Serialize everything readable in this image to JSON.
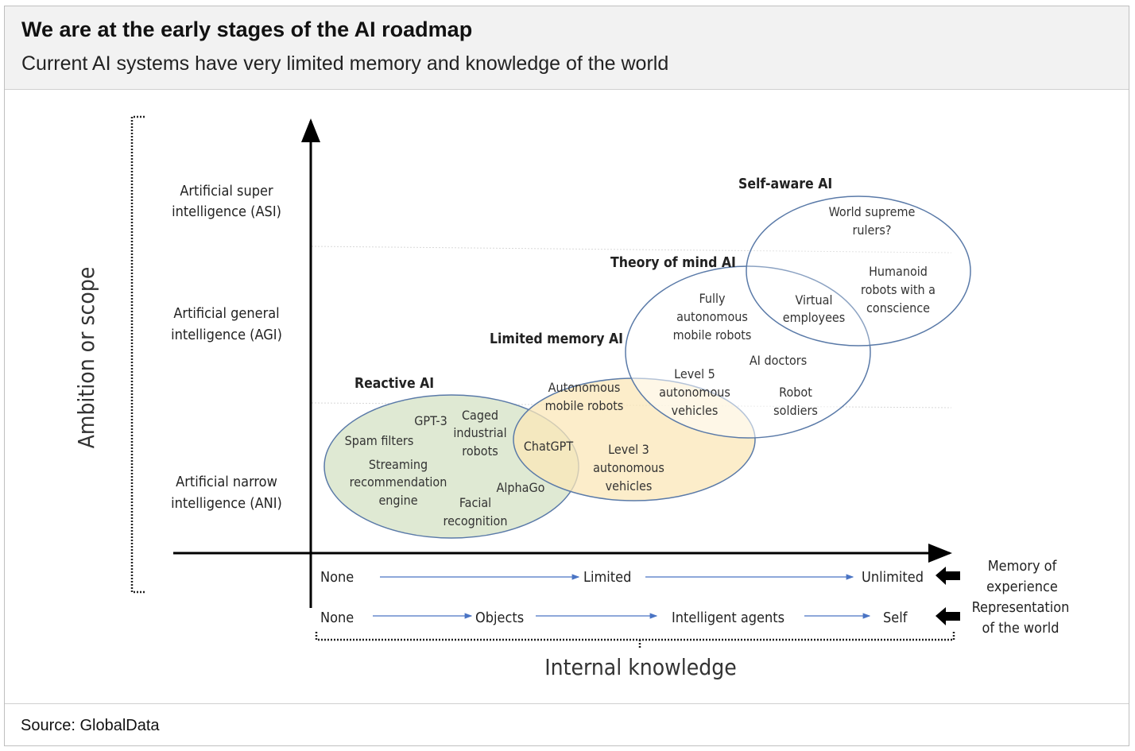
{
  "header": {
    "title": "We are at the early stages of the AI roadmap",
    "subtitle": "Current AI systems have very limited memory and knowledge of the world"
  },
  "footer": {
    "source": "Source: GlobalData"
  },
  "y_axis": {
    "label": "Ambition or scope",
    "levels": [
      {
        "lines": [
          "Artificial super",
          "intelligence (ASI)"
        ]
      },
      {
        "lines": [
          "Artificial general",
          "intelligence (AGI)"
        ]
      },
      {
        "lines": [
          "Artificial narrow",
          "intelligence (ANI)"
        ]
      }
    ]
  },
  "x_axis": {
    "label": "Internal knowledge",
    "memory_row": {
      "steps": [
        "None",
        "Limited",
        "Unlimited"
      ],
      "label": [
        "Memory of",
        "experience"
      ]
    },
    "representation_row": {
      "steps": [
        "None",
        "Objects",
        "Intelligent agents",
        "Self"
      ],
      "label": [
        "Representation",
        "of the world"
      ]
    }
  },
  "categories": {
    "reactive": {
      "title": "Reactive AI",
      "items": {
        "gpt3": "GPT-3",
        "caged": [
          "Caged",
          "industrial",
          "robots"
        ],
        "spam": "Spam filters",
        "streaming": [
          "Streaming",
          "recommendation",
          "engine"
        ],
        "alphago": "AlphaGo",
        "facial": [
          "Facial",
          "recognition"
        ]
      }
    },
    "limited": {
      "title": "Limited memory AI",
      "items": {
        "chatgpt": "ChatGPT",
        "amr": [
          "Autonomous",
          "mobile robots"
        ],
        "level3": [
          "Level 3",
          "autonomous",
          "vehicles"
        ]
      }
    },
    "theory": {
      "title": "Theory of mind AI",
      "items": {
        "fully": [
          "Fully",
          "autonomous",
          "mobile robots"
        ],
        "level5": [
          "Level 5",
          "autonomous",
          "vehicles"
        ],
        "doctors": "AI doctors",
        "soldiers": [
          "Robot",
          "soldiers"
        ],
        "virtual": [
          "Virtual",
          "employees"
        ]
      }
    },
    "self": {
      "title": "Self-aware AI",
      "items": {
        "rulers": [
          "World supreme",
          "rulers?"
        ],
        "humanoid": [
          "Humanoid",
          "robots with a",
          "conscience"
        ]
      }
    }
  },
  "colors": {
    "reactive_fill": "#dfe9d3",
    "limited_fill": "#fbe7b8",
    "ellipse_stroke": "#5a7aa8",
    "arrow": "#4a74c4"
  }
}
